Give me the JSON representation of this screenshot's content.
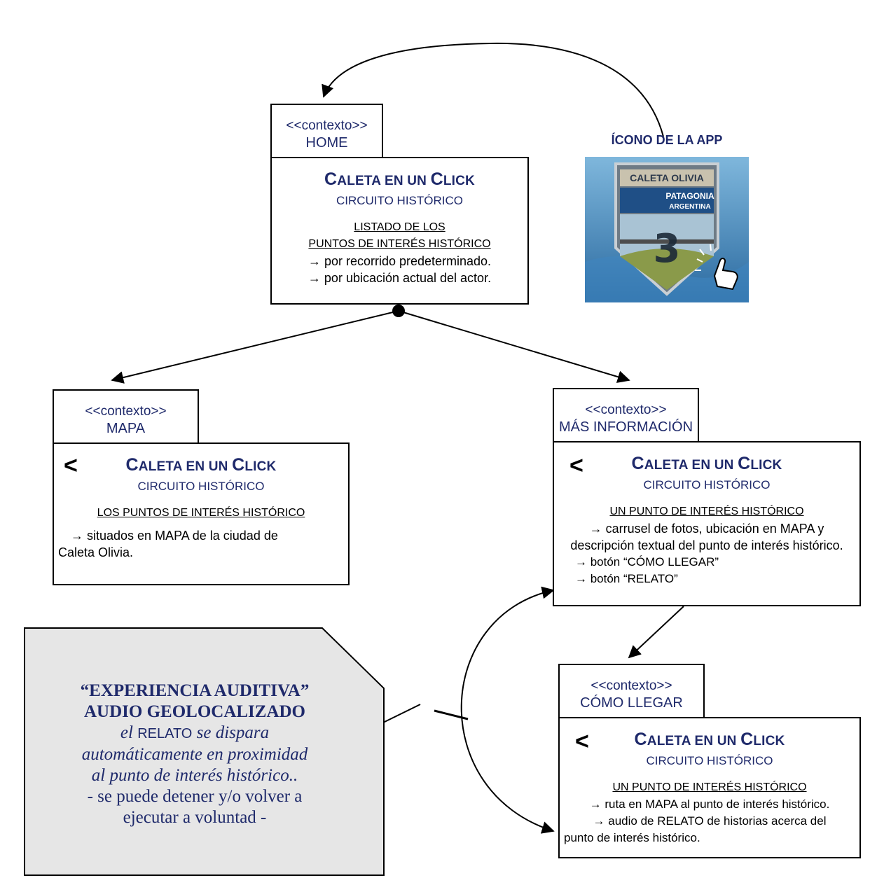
{
  "home": {
    "context": "<<contexto>>",
    "name": "HOME",
    "title_big1": "C",
    "title_sc1": "ALETA EN UN ",
    "title_big2": "C",
    "title_sc2": "LICK",
    "subtitle": "CIRCUITO HISTÓRICO",
    "heading1": "LISTADO DE LOS",
    "heading2": "PUNTOS DE INTERÉS HISTÓRICO",
    "items": [
      "→ por recorrido predeterminado.",
      "→ por ubicación actual del actor."
    ]
  },
  "app_icon": {
    "label": "ÍCONO DE LA APP",
    "badge_top": "CALETA OLIVIA",
    "badge_mid1": "PATAGONIA",
    "badge_mid2": "ARGENTINA",
    "badge_num": "3"
  },
  "mapa": {
    "context": "<<contexto>>",
    "name": "MAPA",
    "back": "<",
    "subtitle": "CIRCUITO HISTÓRICO",
    "heading": "LOS PUNTOS DE INTERÉS HISTÓRICO",
    "text1": "→ situados en MAPA de la ciudad de",
    "text2": "Caleta Olivia."
  },
  "mas_info": {
    "context": "<<contexto>>",
    "name": "MÁS INFORMACIÓN",
    "back": "<",
    "subtitle": "CIRCUITO HISTÓRICO",
    "heading": "UN PUNTO DE INTERÉS HISTÓRICO",
    "text1": "→ carrusel de fotos, ubicación en MAPA y",
    "text2": "descripción textual del punto de interés histórico.",
    "text3": "→ botón “CÓMO LLEGAR”",
    "text4": "→ botón “RELATO”"
  },
  "como_llegar": {
    "context": "<<contexto>>",
    "name": "CÓMO LLEGAR",
    "back": "<",
    "subtitle": "CIRCUITO HISTÓRICO",
    "heading": "UN PUNTO DE INTERÉS HISTÓRICO",
    "text1": "→ ruta en MAPA al punto de interés histórico.",
    "text2": "→ audio de RELATO de historias acerca del",
    "text3": "punto de interés histórico."
  },
  "note": {
    "line1": "“EXPERIENCIA AUDITIVA”",
    "line2": "AUDIO GEOLOCALIZADO",
    "line3a": "el ",
    "line3b": "RELATO",
    "line3c": " se dispara",
    "line4": "automáticamente en proximidad",
    "line5": "al punto de interés histórico..",
    "line6": "- se puede detener y/o volver a",
    "line7": "ejecutar a voluntad -"
  },
  "colors": {
    "navy": "#1f2a6b",
    "note_fill": "#e6e6e6",
    "ink": "#000000"
  }
}
